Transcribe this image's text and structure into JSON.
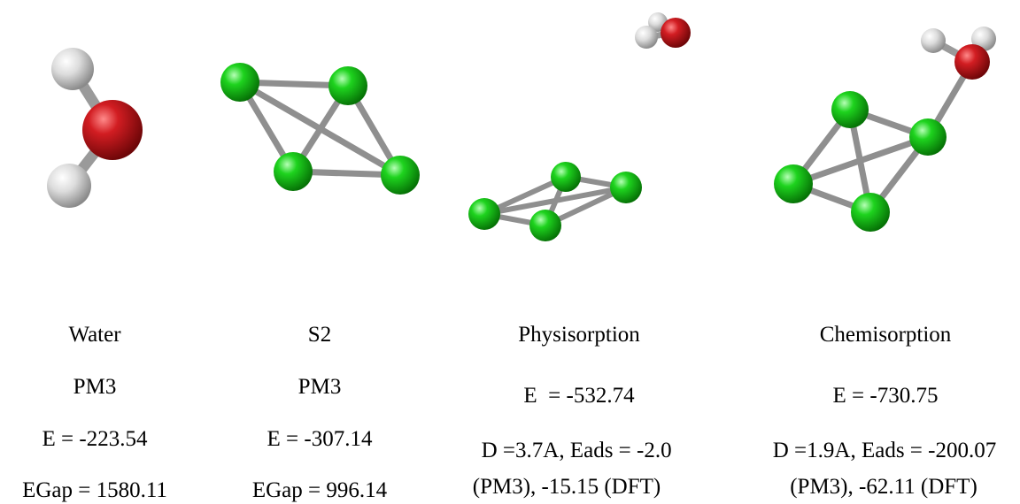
{
  "colors": {
    "oxygen": "#c0161b",
    "hydrogen": "#d9d9d9",
    "sulfur": "#13c313",
    "bond": "#8f8f8f",
    "text": "#000000"
  },
  "panels": [
    {
      "id": "water",
      "title": "Water",
      "lines": [
        "PM3",
        "E = -223.54",
        "EGap = 1580.11"
      ]
    },
    {
      "id": "s2",
      "title": "S2",
      "lines": [
        "PM3",
        "E = -307.14",
        "EGap = 996.14"
      ]
    },
    {
      "id": "physisorption",
      "title": "Physisorption",
      "lines": [
        "E  = -532.74",
        " D =3.7A, Eads = -2.0",
        "(PM3), -15.15 (DFT)"
      ]
    },
    {
      "id": "chemisorption",
      "title": "Chemisorption",
      "lines": [
        "E = -730.75",
        "D =1.9A, Eads = -200.07",
        "(PM3), -62.11 (DFT)"
      ]
    }
  ]
}
